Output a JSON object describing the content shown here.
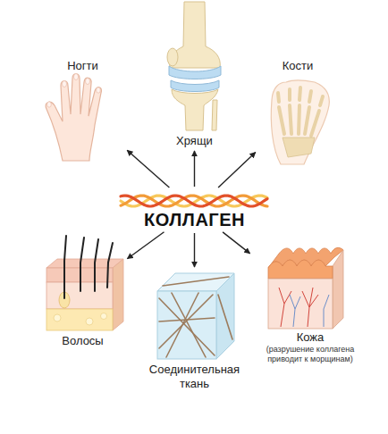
{
  "diagram": {
    "nodes": [
      {
        "text": [
          "Ногти"
        ]
      },
      {
        "text": [
          "Хрящи"
        ]
      },
      {
        "text": [
          "Кости"
        ]
      },
      {
        "text": [
          "КОЛЛАГЕН"
        ]
      },
      {
        "text": [
          "Волосы"
        ]
      },
      {
        "text": [
          "Соединительная ткань"
        ]
      },
      {
        "text": [
          "Кожа",
          "(разрушение коллагена приводит к морщинам)"
        ]
      }
    ],
    "edges": [
      {
        "from": 3,
        "to": 0,
        "arrow": "to"
      },
      {
        "from": 3,
        "to": 1,
        "arrow": "to"
      },
      {
        "from": 3,
        "to": 2,
        "arrow": "to"
      },
      {
        "from": 3,
        "to": 4,
        "arrow": "to"
      },
      {
        "from": 3,
        "to": 5,
        "arrow": "to"
      },
      {
        "from": 3,
        "to": 6,
        "arrow": "to"
      }
    ]
  }
}
